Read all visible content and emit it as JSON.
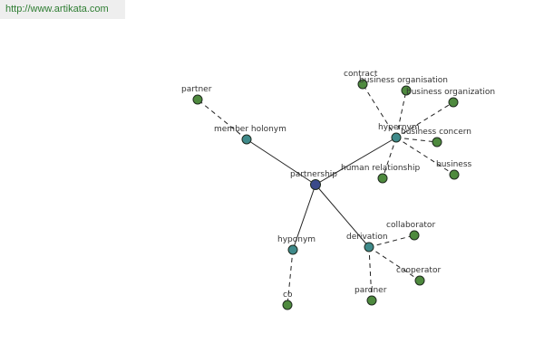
{
  "url": "http://www.artikata.com",
  "colors": {
    "center": "#3a4a8a",
    "relation": "#3f8a8a",
    "leaf": "#4e8a3e"
  },
  "nodes": [
    {
      "id": "partnership",
      "label": "partnership",
      "kind": "center"
    },
    {
      "id": "member_holonym",
      "label": "member holonym",
      "kind": "relation"
    },
    {
      "id": "hypernym",
      "label": "hypernym",
      "kind": "relation"
    },
    {
      "id": "hyponym",
      "label": "hyponym",
      "kind": "relation"
    },
    {
      "id": "derivation",
      "label": "derivation",
      "kind": "relation"
    },
    {
      "id": "partner_top",
      "label": "partner",
      "kind": "leaf"
    },
    {
      "id": "contract",
      "label": "contract",
      "kind": "leaf"
    },
    {
      "id": "business_organisation",
      "label": "business organisation",
      "kind": "leaf"
    },
    {
      "id": "business_organization",
      "label": "business organization",
      "kind": "leaf"
    },
    {
      "id": "business_concern",
      "label": "business concern",
      "kind": "leaf"
    },
    {
      "id": "business",
      "label": "business",
      "kind": "leaf"
    },
    {
      "id": "human_relationship",
      "label": "human relationship",
      "kind": "leaf"
    },
    {
      "id": "co",
      "label": "co",
      "kind": "leaf"
    },
    {
      "id": "collaborator",
      "label": "collaborator",
      "kind": "leaf"
    },
    {
      "id": "cooperator",
      "label": "cooperator",
      "kind": "leaf"
    },
    {
      "id": "pardner",
      "label": "pardner",
      "kind": "leaf"
    }
  ],
  "edges": [
    {
      "from": "partnership",
      "to": "member_holonym",
      "style": "solid"
    },
    {
      "from": "partnership",
      "to": "hypernym",
      "style": "solid"
    },
    {
      "from": "partnership",
      "to": "hyponym",
      "style": "solid"
    },
    {
      "from": "partnership",
      "to": "derivation",
      "style": "solid"
    },
    {
      "from": "member_holonym",
      "to": "partner_top",
      "style": "dashed"
    },
    {
      "from": "hypernym",
      "to": "contract",
      "style": "dashed"
    },
    {
      "from": "hypernym",
      "to": "business_organisation",
      "style": "dashed"
    },
    {
      "from": "hypernym",
      "to": "business_organization",
      "style": "dashed"
    },
    {
      "from": "hypernym",
      "to": "business_concern",
      "style": "dashed"
    },
    {
      "from": "hypernym",
      "to": "business",
      "style": "dashed"
    },
    {
      "from": "hypernym",
      "to": "human_relationship",
      "style": "dashed"
    },
    {
      "from": "hyponym",
      "to": "co",
      "style": "dashed"
    },
    {
      "from": "derivation",
      "to": "collaborator",
      "style": "dashed"
    },
    {
      "from": "derivation",
      "to": "cooperator",
      "style": "dashed"
    },
    {
      "from": "derivation",
      "to": "pardner",
      "style": "dashed"
    }
  ]
}
